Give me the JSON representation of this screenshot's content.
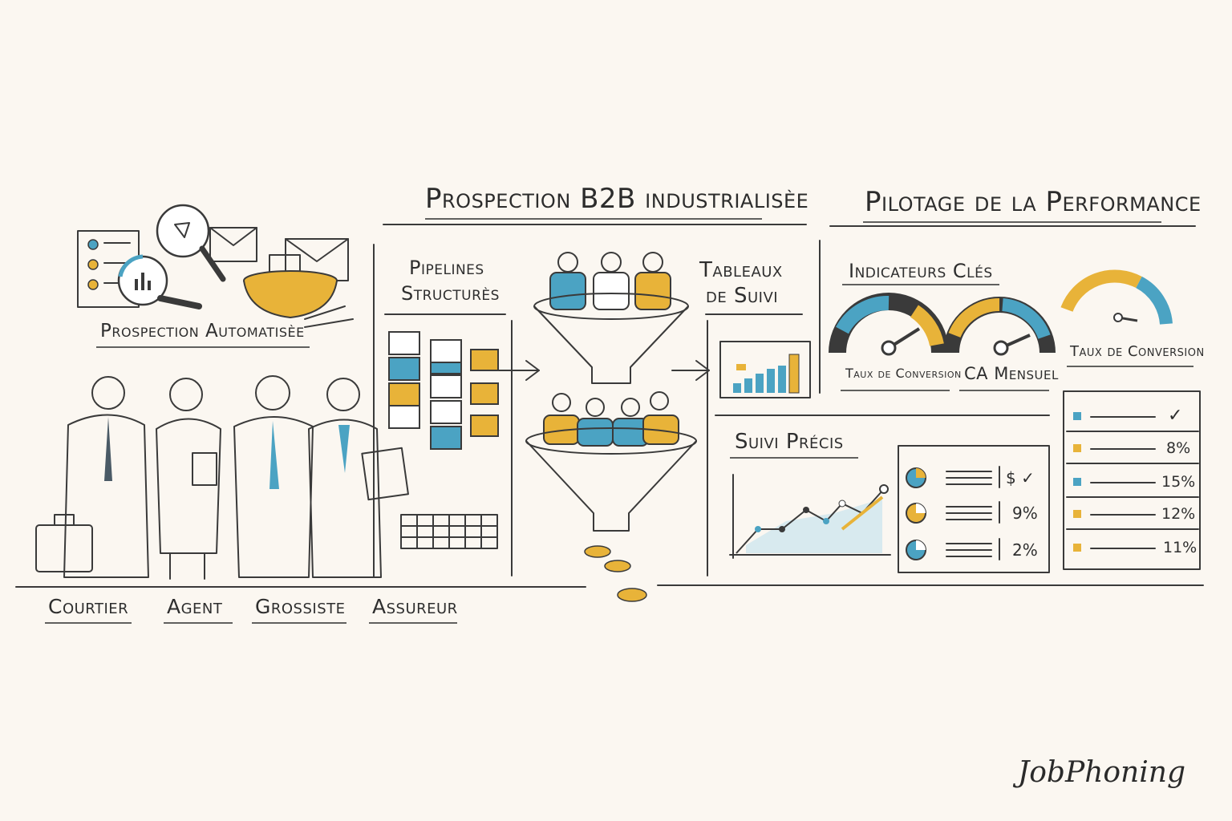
{
  "titles": {
    "prospection": "Prospection B2B industrialisèe",
    "pilotage": "Pilotage de la Performance"
  },
  "labels": {
    "prospection_automatisee": "Prospection Automatisèe",
    "pipelines_line1": "Pipelines",
    "pipelines_line2": "Structurès",
    "tableaux_line1": "Tableaux",
    "tableaux_line2": "de Suivi",
    "indicateurs": "Indicateurs Clés",
    "suivi_precis": "Suivi Précis",
    "gauge1": "Taux de Conversion",
    "gauge2": "CA Mensuel",
    "gauge3": "Taux de Conversion"
  },
  "roles": [
    "Courtier",
    "Agent",
    "Grossiste",
    "Assureur"
  ],
  "legend_values": [
    "$ ✓",
    "9%",
    "2%"
  ],
  "checklist": [
    "✓",
    "8%",
    "15%",
    "12%",
    "11%"
  ],
  "brand": "JobPhoning",
  "colors": {
    "yellow": "#e8b339",
    "teal": "#4ba3c3",
    "ink": "#3a3a3a",
    "paper": "#fbf7f1"
  }
}
